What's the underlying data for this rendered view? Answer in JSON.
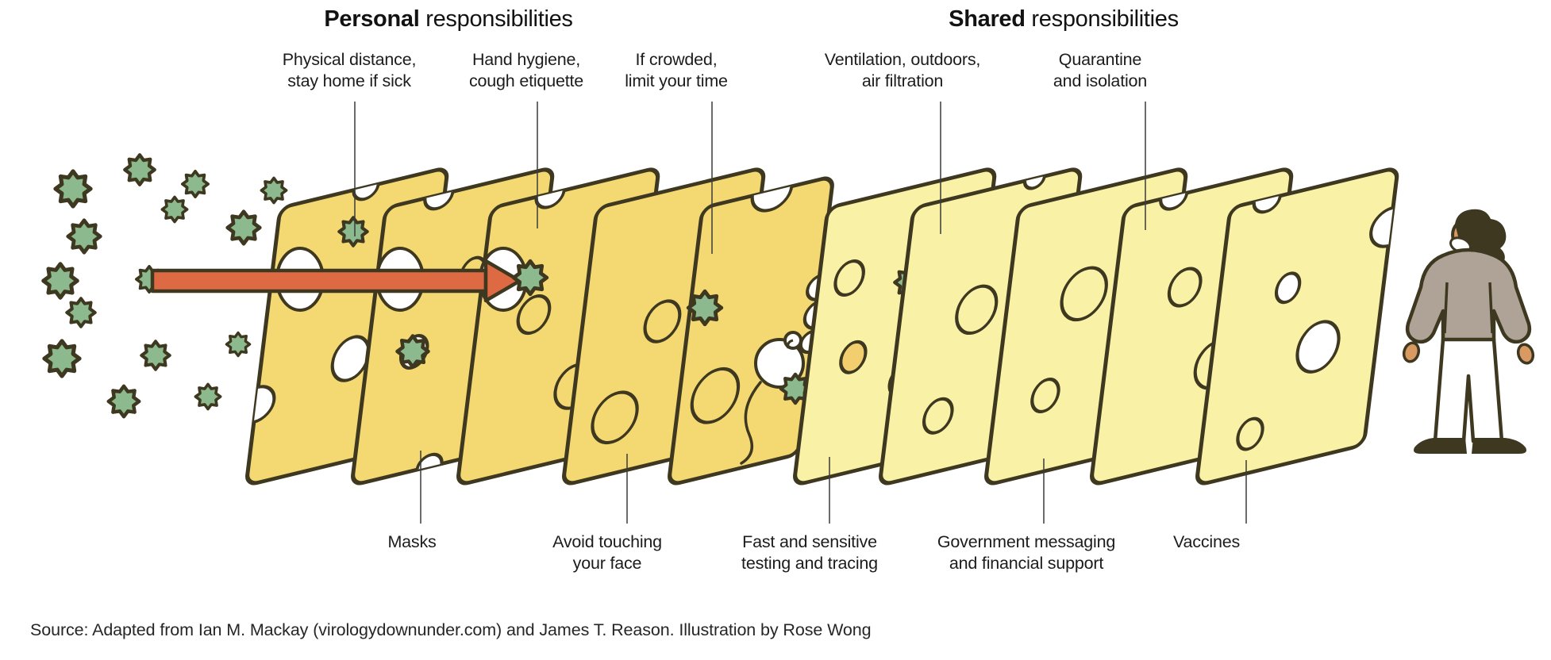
{
  "titles": {
    "personal": {
      "emphasis": "Personal",
      "rest": " responsibilities"
    },
    "shared": {
      "emphasis": "Shared",
      "rest": " responsibilities"
    }
  },
  "layer_labels": {
    "top": [
      "Physical distance,\nstay home if sick",
      "Hand hygiene,\ncough etiquette",
      "If crowded,\nlimit your time",
      "Ventilation, outdoors,\nair filtration",
      "Quarantine\nand isolation"
    ],
    "bottom": [
      "Masks",
      "Avoid touching\nyour face",
      "Fast and sensitive\ntesting and tracing",
      "Government messaging\nand financial support",
      "Vaccines"
    ]
  },
  "source": "Source: Adapted from Ian M. Mackay (virologydownunder.com) and James T. Reason. Illustration by Rose Wong",
  "icons": {
    "virus": "virus-particle-star",
    "cheese_layer": "swiss-cheese-slice",
    "transmission": "right-arrow",
    "failure": "mouse-nibbling-hole",
    "protected": "masked-person"
  },
  "colors": {
    "cheese_personal": "#F4D973",
    "cheese_shared": "#F9F2A6",
    "cheese_hole_deep": "#F2CE6E",
    "outline": "#3E3820",
    "virus_green": "#8CBA8E",
    "arrow_orange": "#DE6A43",
    "sweater_grey": "#AEA396",
    "skin_tan": "#D89A62",
    "text": "#1c1c1c",
    "connector": "#3a3a3a"
  }
}
